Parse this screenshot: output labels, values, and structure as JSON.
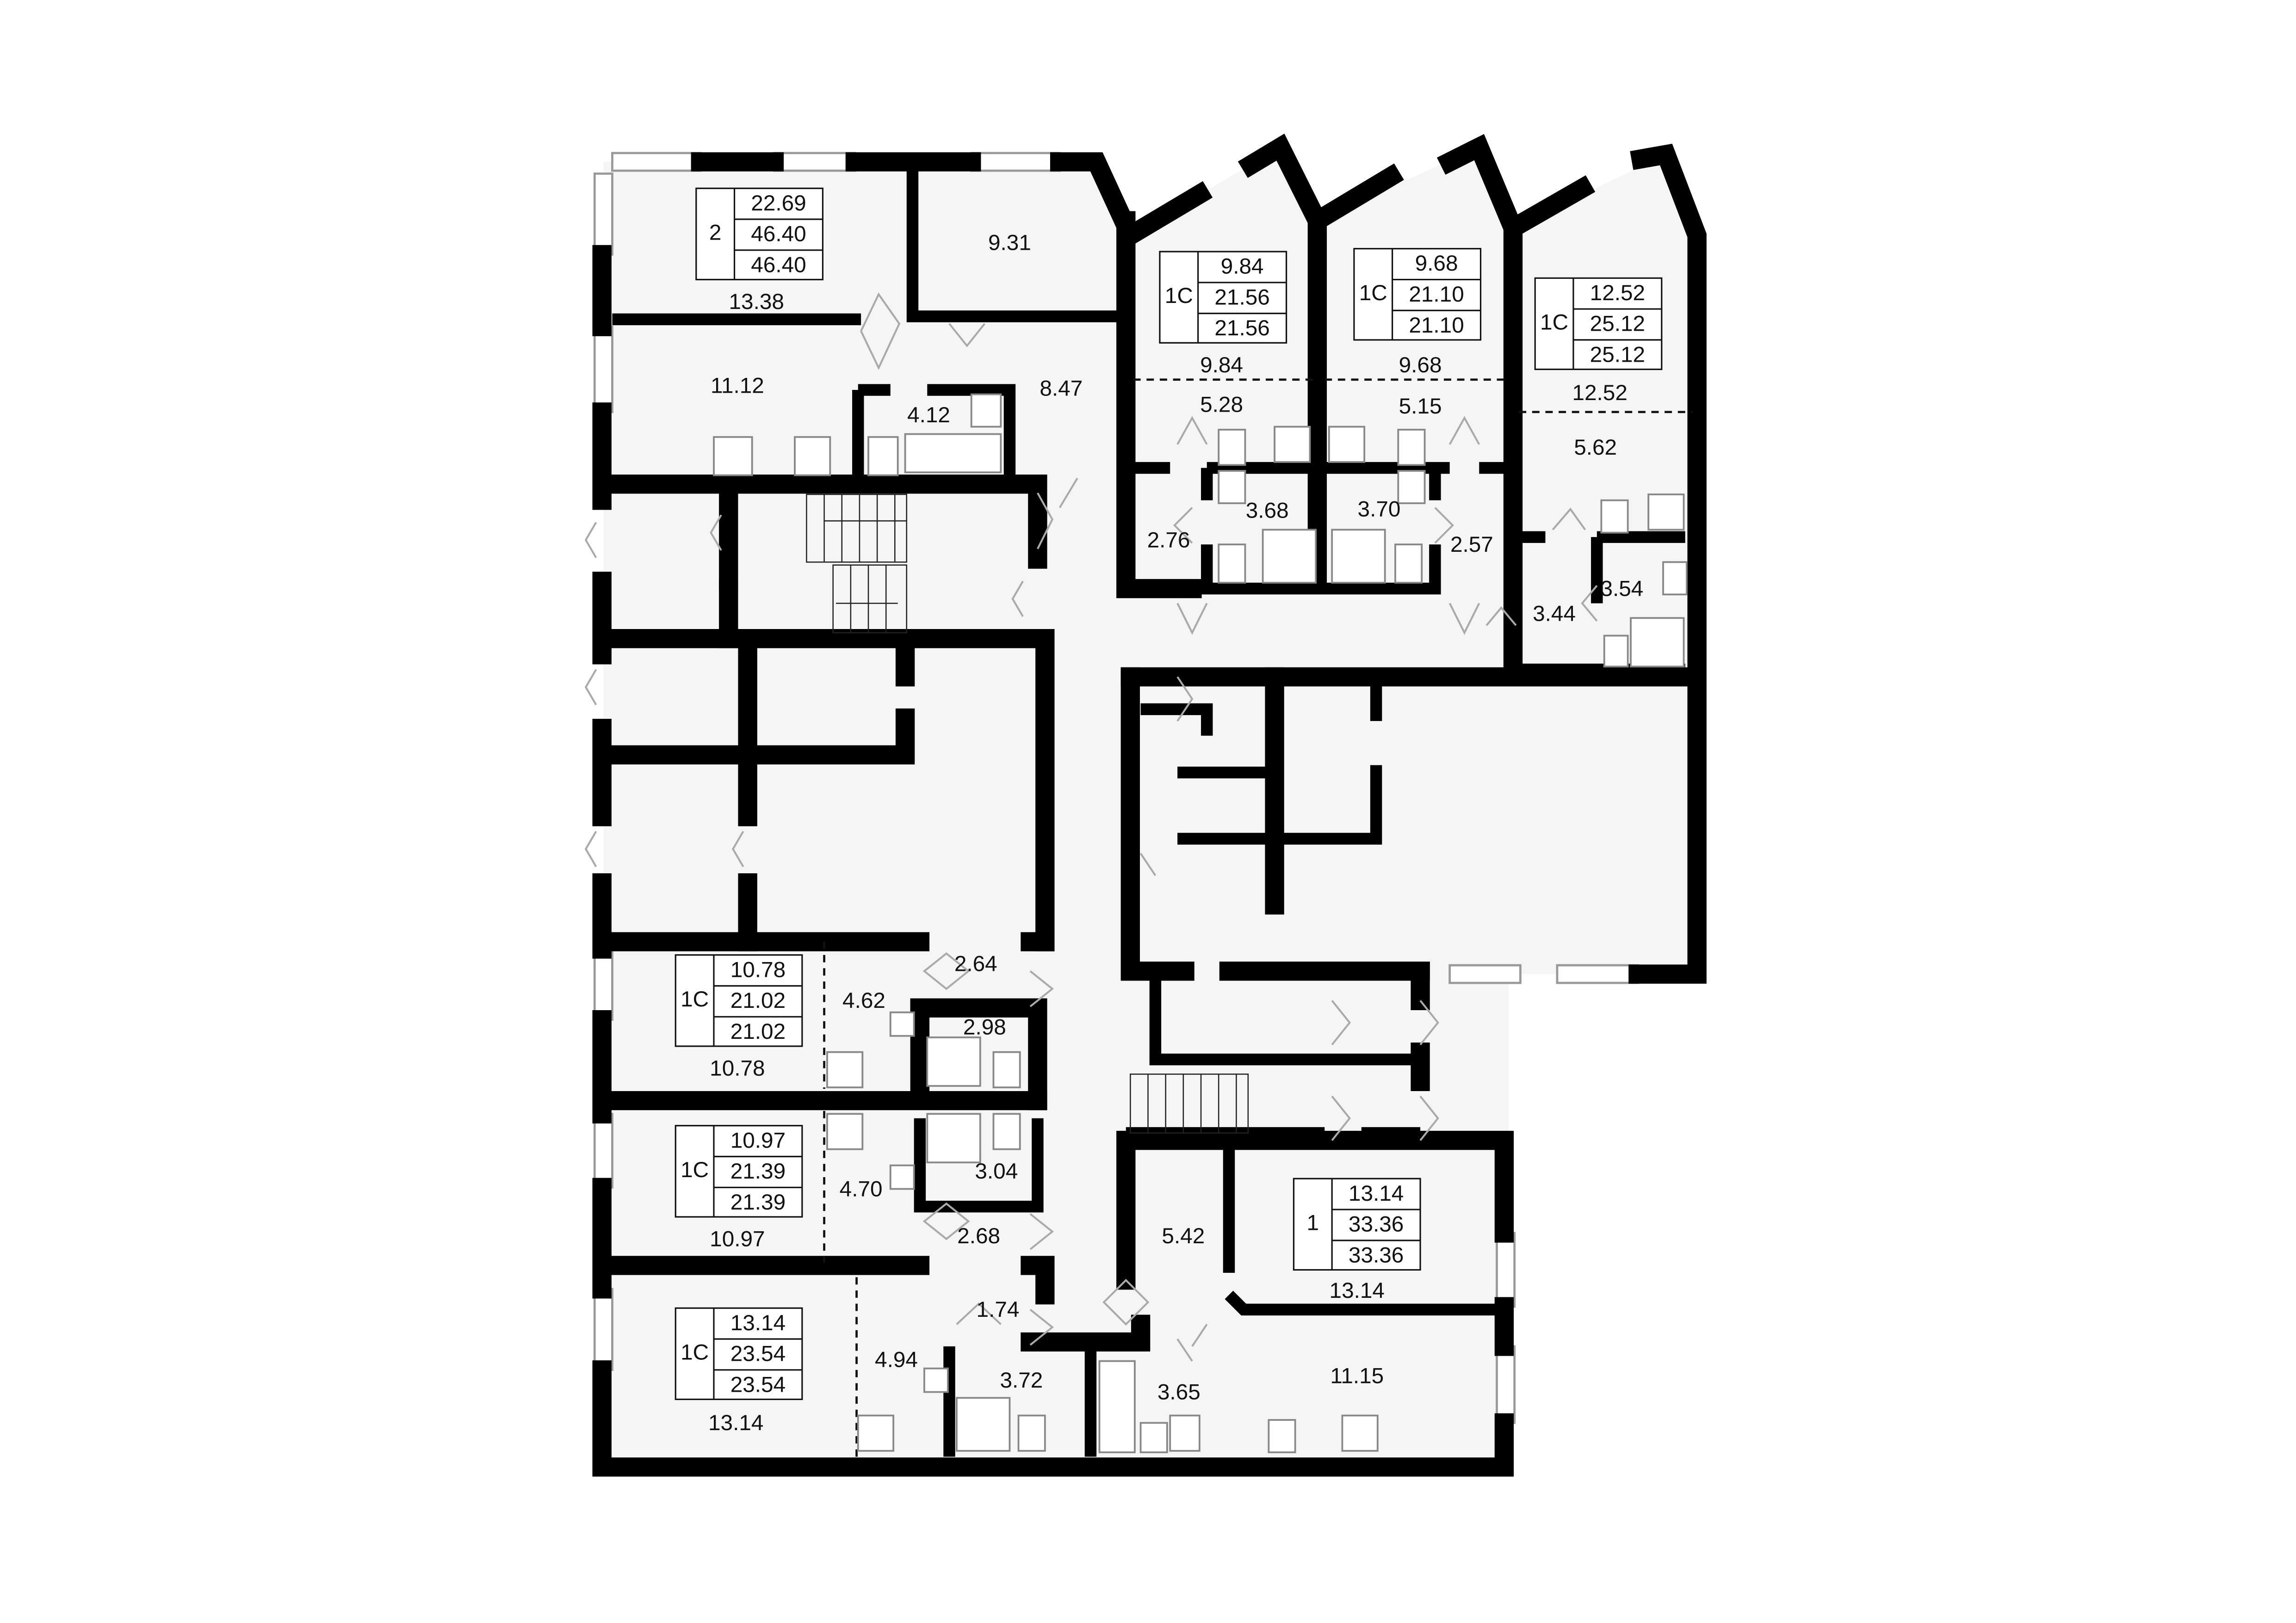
{
  "title": "Floor plan",
  "apartments": [
    {
      "type": "2",
      "living": "22.69",
      "total": "46.40",
      "total2": "46.40"
    },
    {
      "type": "1С",
      "living": "9.84",
      "total": "21.56",
      "total2": "21.56"
    },
    {
      "type": "1С",
      "living": "9.68",
      "total": "21.10",
      "total2": "21.10"
    },
    {
      "type": "1С",
      "living": "12.52",
      "total": "25.12",
      "total2": "25.12"
    },
    {
      "type": "1С",
      "living": "10.78",
      "total": "21.02",
      "total2": "21.02"
    },
    {
      "type": "1С",
      "living": "10.97",
      "total": "21.39",
      "total2": "21.39"
    },
    {
      "type": "1С",
      "living": "13.14",
      "total": "23.54",
      "total2": "23.54"
    },
    {
      "type": "1",
      "living": "13.14",
      "total": "33.36",
      "total2": "33.36"
    }
  ],
  "rooms": [
    "13.38",
    "9.31",
    "11.12",
    "8.47",
    "4.12",
    "9.84",
    "5.28",
    "9.68",
    "5.15",
    "12.52",
    "5.62",
    "2.76",
    "3.68",
    "3.70",
    "2.57",
    "3.44",
    "3.54",
    "10.78",
    "4.62",
    "2.64",
    "2.98",
    "10.97",
    "4.70",
    "3.04",
    "2.68",
    "13.14",
    "4.94",
    "1.74",
    "3.72",
    "3.65",
    "5.42",
    "13.14",
    "11.15"
  ]
}
